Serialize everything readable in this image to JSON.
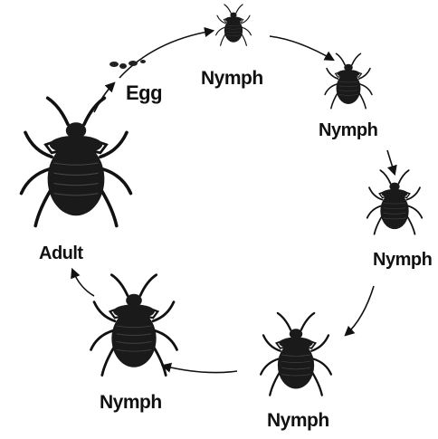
{
  "diagram": {
    "stages": [
      {
        "id": "egg",
        "label": "Egg"
      },
      {
        "id": "nymph-1",
        "label": "Nymph"
      },
      {
        "id": "nymph-2",
        "label": "Nymph"
      },
      {
        "id": "nymph-3",
        "label": "Nymph"
      },
      {
        "id": "nymph-4",
        "label": "Nymph"
      },
      {
        "id": "nymph-5",
        "label": "Nymph"
      },
      {
        "id": "adult",
        "label": "Adult"
      }
    ],
    "colors": {
      "ink": "#111111",
      "bug_body": "#1a1a1a",
      "background": "#ffffff"
    }
  }
}
